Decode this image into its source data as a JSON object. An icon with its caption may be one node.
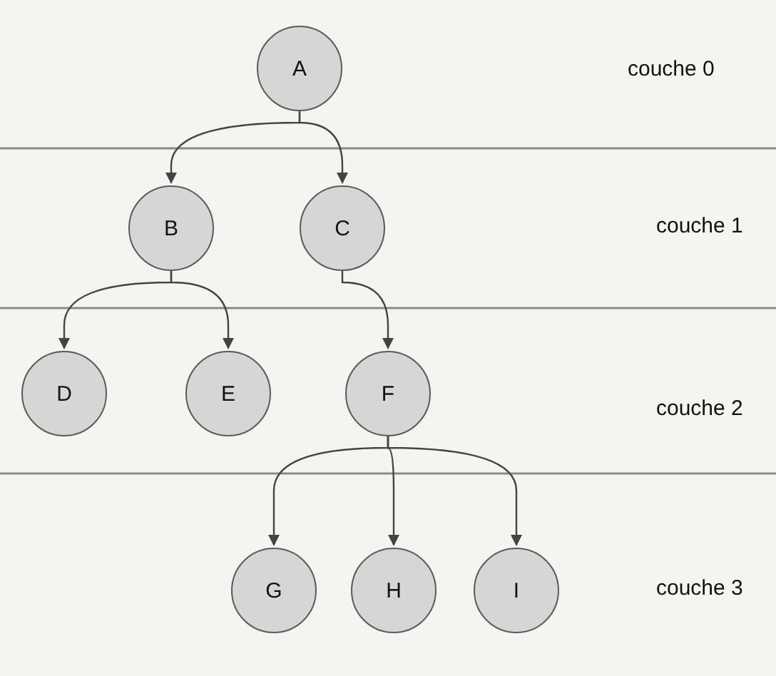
{
  "diagram": {
    "nodes": [
      {
        "text": [
          "A"
        ]
      },
      {
        "text": [
          "B"
        ]
      },
      {
        "text": [
          "C"
        ]
      },
      {
        "text": [
          "D"
        ]
      },
      {
        "text": [
          "E"
        ]
      },
      {
        "text": [
          "F"
        ]
      },
      {
        "text": [
          "G"
        ]
      },
      {
        "text": [
          "H"
        ]
      },
      {
        "text": [
          "I"
        ]
      }
    ],
    "edges": [
      {
        "from": 0,
        "to": 1,
        "arrow": "to"
      },
      {
        "from": 0,
        "to": 2,
        "arrow": "to"
      },
      {
        "from": 1,
        "to": 3,
        "arrow": "to"
      },
      {
        "from": 1,
        "to": 4,
        "arrow": "to"
      },
      {
        "from": 2,
        "to": 5,
        "arrow": "to"
      },
      {
        "from": 5,
        "to": 6,
        "arrow": "to"
      },
      {
        "from": 5,
        "to": 7,
        "arrow": "to"
      },
      {
        "from": 5,
        "to": 8,
        "arrow": "to"
      }
    ],
    "labels": [
      "couche 0",
      "couche 1",
      "couche 2",
      "couche 3"
    ]
  }
}
